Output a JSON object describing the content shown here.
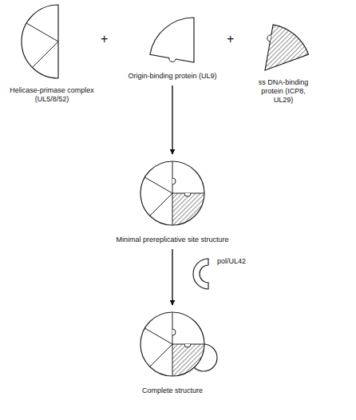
{
  "diagram": {
    "nodes": [
      {
        "text": [
          "Helicase-primase complex (UL5/8/52)"
        ]
      },
      {
        "text": [
          "Origin-binding protein (UL9)"
        ]
      },
      {
        "text": [
          "ss DNA-binding protein (ICP8, UL29)"
        ]
      },
      {
        "text": [
          "Minimal prereplicative site structure"
        ]
      },
      {
        "text": [
          "pol/UL42"
        ]
      },
      {
        "text": [
          "Complete structure"
        ]
      }
    ],
    "edges": [
      {
        "from": 1,
        "to": 3,
        "arrow": "to"
      },
      {
        "from": 3,
        "to": 5,
        "arrow": "to"
      }
    ],
    "labels": [
      "+",
      "+"
    ]
  }
}
